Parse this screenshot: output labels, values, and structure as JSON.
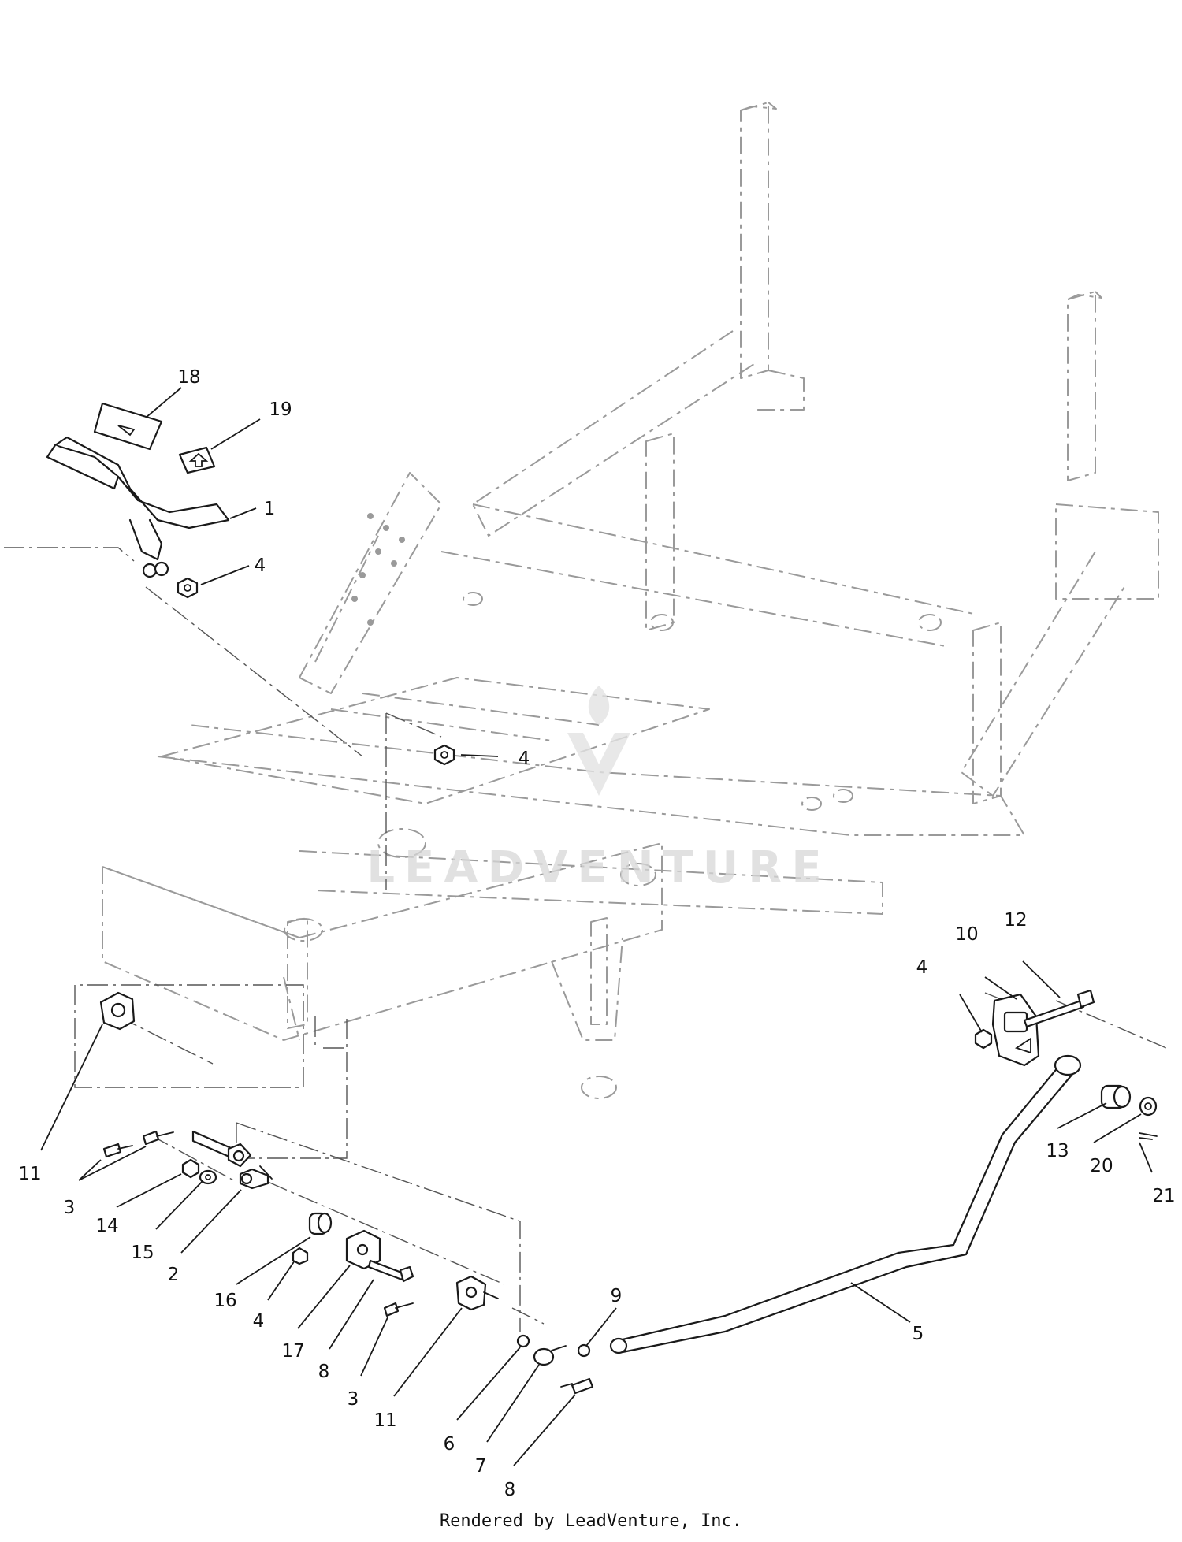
{
  "callouts": {
    "c1": "1",
    "c2": "2",
    "c3a": "3",
    "c3b": "3",
    "c4a": "4",
    "c4b": "4",
    "c4c": "4",
    "c4d": "4",
    "c5": "5",
    "c6": "6",
    "c7": "7",
    "c8a": "8",
    "c8b": "8",
    "c9": "9",
    "c10": "10",
    "c11a": "11",
    "c11b": "11",
    "c12": "12",
    "c13": "13",
    "c14": "14",
    "c15": "15",
    "c16": "16",
    "c17": "17",
    "c18": "18",
    "c19": "19",
    "c20": "20",
    "c21": "21"
  },
  "watermark": "LEADVENTURE",
  "footer": "Rendered by LeadVenture, Inc.",
  "colors": {
    "line": "#1a1a1a",
    "frame_phantom": "#9a9a9a",
    "watermark": "#d8d8d8"
  }
}
